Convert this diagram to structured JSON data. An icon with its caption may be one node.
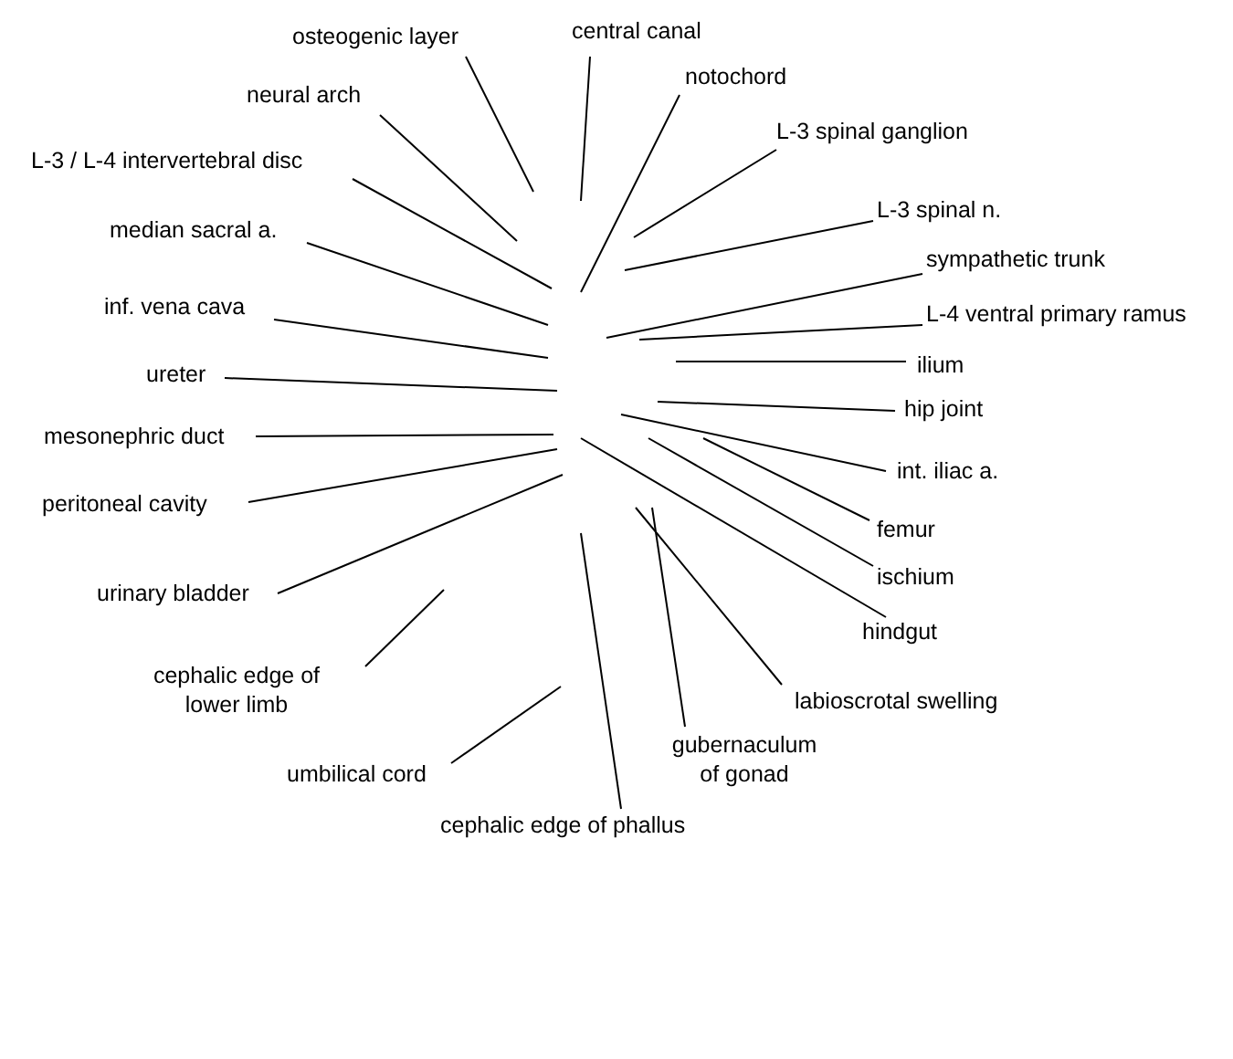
{
  "diagram": {
    "nodes": [
      {
        "text": [
          "osteogenic layer"
        ]
      },
      {
        "text": [
          "central canal"
        ]
      },
      {
        "text": [
          "notochord"
        ]
      },
      {
        "text": [
          "neural arch"
        ]
      },
      {
        "text": [
          "L-3 spinal ganglion"
        ]
      },
      {
        "text": [
          "L-3 / L-4 intervertebral disc"
        ]
      },
      {
        "text": [
          "L-3 spinal n."
        ]
      },
      {
        "text": [
          "median sacral a."
        ]
      },
      {
        "text": [
          "sympathetic trunk"
        ]
      },
      {
        "text": [
          "inf. vena cava"
        ]
      },
      {
        "text": [
          "L-4 ventral primary ramus"
        ]
      },
      {
        "text": [
          "ilium"
        ]
      },
      {
        "text": [
          "ureter"
        ]
      },
      {
        "text": [
          "hip joint"
        ]
      },
      {
        "text": [
          "mesonephric duct"
        ]
      },
      {
        "text": [
          "int. iliac a."
        ]
      },
      {
        "text": [
          "peritoneal cavity"
        ]
      },
      {
        "text": [
          "femur"
        ]
      },
      {
        "text": [
          "ischium"
        ]
      },
      {
        "text": [
          "urinary bladder"
        ]
      },
      {
        "text": [
          "hindgut"
        ]
      },
      {
        "text": [
          "cephalic edge of lower limb"
        ]
      },
      {
        "text": [
          "labioscrotal swelling"
        ]
      },
      {
        "text": [
          "umbilical cord"
        ]
      },
      {
        "text": [
          "gubernaculum of gonad"
        ]
      },
      {
        "text": [
          "cephalic edge of phallus"
        ]
      }
    ],
    "edges": [
      {
        "from": 0,
        "to": null,
        "arrow": "none"
      },
      {
        "from": 1,
        "to": null,
        "arrow": "none"
      },
      {
        "from": 2,
        "to": null,
        "arrow": "none"
      },
      {
        "from": 3,
        "to": null,
        "arrow": "none"
      },
      {
        "from": 4,
        "to": null,
        "arrow": "none"
      },
      {
        "from": 5,
        "to": null,
        "arrow": "none"
      },
      {
        "from": 6,
        "to": null,
        "arrow": "none"
      },
      {
        "from": 7,
        "to": null,
        "arrow": "none"
      },
      {
        "from": 8,
        "to": null,
        "arrow": "none"
      },
      {
        "from": 9,
        "to": null,
        "arrow": "none"
      },
      {
        "from": 10,
        "to": null,
        "arrow": "none"
      },
      {
        "from": 11,
        "to": null,
        "arrow": "none"
      },
      {
        "from": 12,
        "to": null,
        "arrow": "none"
      },
      {
        "from": 13,
        "to": null,
        "arrow": "none"
      },
      {
        "from": 14,
        "to": null,
        "arrow": "none"
      },
      {
        "from": 15,
        "to": null,
        "arrow": "none"
      },
      {
        "from": 16,
        "to": null,
        "arrow": "none"
      },
      {
        "from": 17,
        "to": null,
        "arrow": "none"
      },
      {
        "from": 18,
        "to": null,
        "arrow": "none"
      },
      {
        "from": 19,
        "to": null,
        "arrow": "none"
      },
      {
        "from": 20,
        "to": null,
        "arrow": "none"
      },
      {
        "from": 21,
        "to": null,
        "arrow": "none"
      },
      {
        "from": 22,
        "to": null,
        "arrow": "none"
      },
      {
        "from": 23,
        "to": null,
        "arrow": "none"
      },
      {
        "from": 24,
        "to": null,
        "arrow": "none"
      },
      {
        "from": 25,
        "to": null,
        "arrow": "none"
      }
    ]
  }
}
